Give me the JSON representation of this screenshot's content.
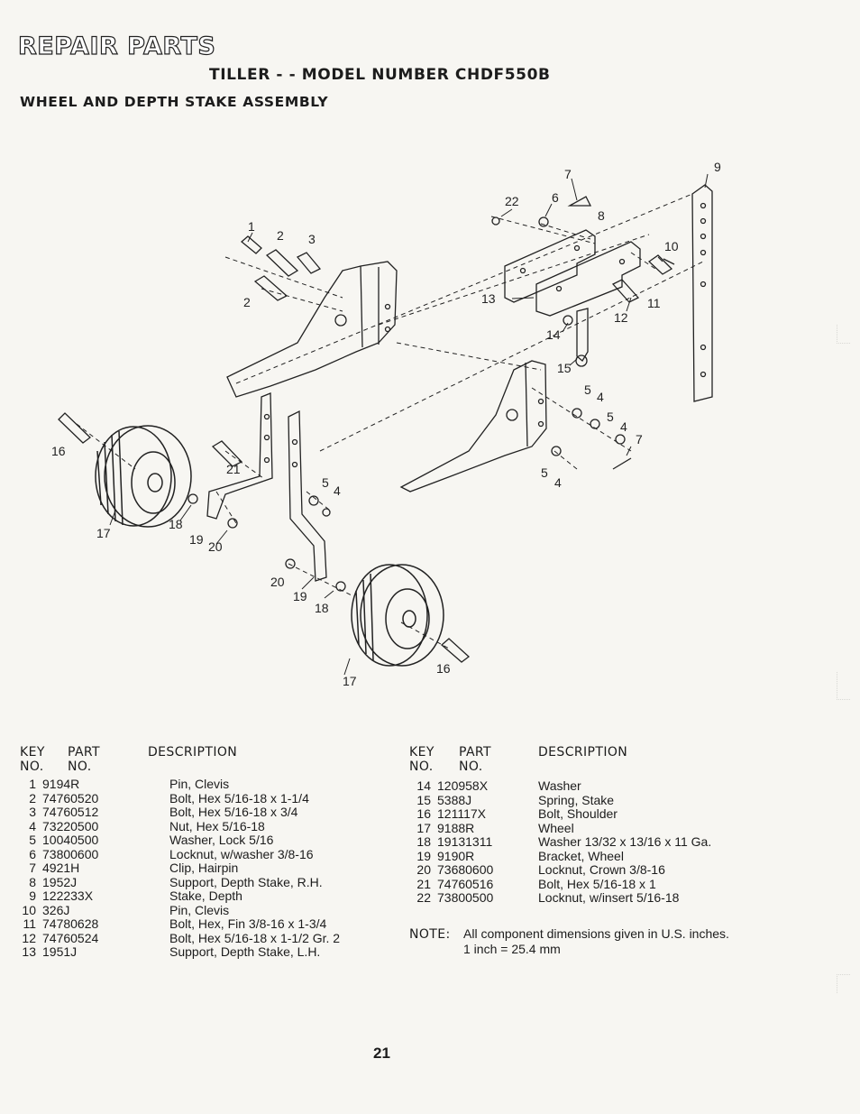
{
  "header": {
    "title": "REPAIR PARTS",
    "subtitle": "TILLER - - MODEL NUMBER CHDF550B",
    "section": "WHEEL AND DEPTH STAKE ASSEMBLY"
  },
  "diagram_callouts": [
    "1",
    "2",
    "3",
    "2",
    "7",
    "22",
    "6",
    "8",
    "9",
    "10",
    "13",
    "11",
    "12",
    "14",
    "15",
    "5",
    "4",
    "5",
    "4",
    "7",
    "5",
    "4",
    "16",
    "21",
    "5",
    "4",
    "17",
    "18",
    "19",
    "20",
    "20",
    "19",
    "18",
    "17",
    "16"
  ],
  "table_headers": {
    "key": "KEY",
    "no": "NO.",
    "part": "PART",
    "part_no": "NO.",
    "description": "DESCRIPTION"
  },
  "parts_left": [
    {
      "key": "1",
      "part": "9194R",
      "desc": "Pin, Clevis"
    },
    {
      "key": "2",
      "part": "74760520",
      "desc": "Bolt, Hex 5/16-18 x 1-1/4"
    },
    {
      "key": "3",
      "part": "74760512",
      "desc": "Bolt, Hex 5/16-18 x 3/4"
    },
    {
      "key": "4",
      "part": "73220500",
      "desc": "Nut, Hex 5/16-18"
    },
    {
      "key": "5",
      "part": "10040500",
      "desc": "Washer, Lock 5/16"
    },
    {
      "key": "6",
      "part": "73800600",
      "desc": "Locknut, w/washer 3/8-16"
    },
    {
      "key": "7",
      "part": "4921H",
      "desc": "Clip, Hairpin"
    },
    {
      "key": "8",
      "part": "1952J",
      "desc": "Support, Depth Stake, R.H."
    },
    {
      "key": "9",
      "part": "122233X",
      "desc": "Stake, Depth"
    },
    {
      "key": "10",
      "part": "326J",
      "desc": "Pin, Clevis"
    },
    {
      "key": "11",
      "part": "74780628",
      "desc": "Bolt, Hex, Fin 3/8-16 x 1-3/4"
    },
    {
      "key": "12",
      "part": "74760524",
      "desc": "Bolt, Hex 5/16-18 x 1-1/2 Gr. 2"
    },
    {
      "key": "13",
      "part": "1951J",
      "desc": "Support, Depth Stake, L.H."
    }
  ],
  "parts_right": [
    {
      "key": "14",
      "part": "120958X",
      "desc": "Washer"
    },
    {
      "key": "15",
      "part": "5388J",
      "desc": "Spring, Stake"
    },
    {
      "key": "16",
      "part": "121117X",
      "desc": "Bolt, Shoulder"
    },
    {
      "key": "17",
      "part": "9188R",
      "desc": "Wheel"
    },
    {
      "key": "18",
      "part": "19131311",
      "desc": "Washer 13/32 x 13/16 x 11 Ga."
    },
    {
      "key": "19",
      "part": "9190R",
      "desc": "Bracket, Wheel"
    },
    {
      "key": "20",
      "part": "73680600",
      "desc": "Locknut, Crown 3/8-16"
    },
    {
      "key": "21",
      "part": "74760516",
      "desc": "Bolt, Hex 5/16-18 x 1"
    },
    {
      "key": "22",
      "part": "73800500",
      "desc": "Locknut, w/insert 5/16-18"
    }
  ],
  "note": {
    "label": "NOTE:",
    "line1": "All component dimensions given in U.S. inches.",
    "line2": "1 inch = 25.4 mm"
  },
  "page_number": "21"
}
